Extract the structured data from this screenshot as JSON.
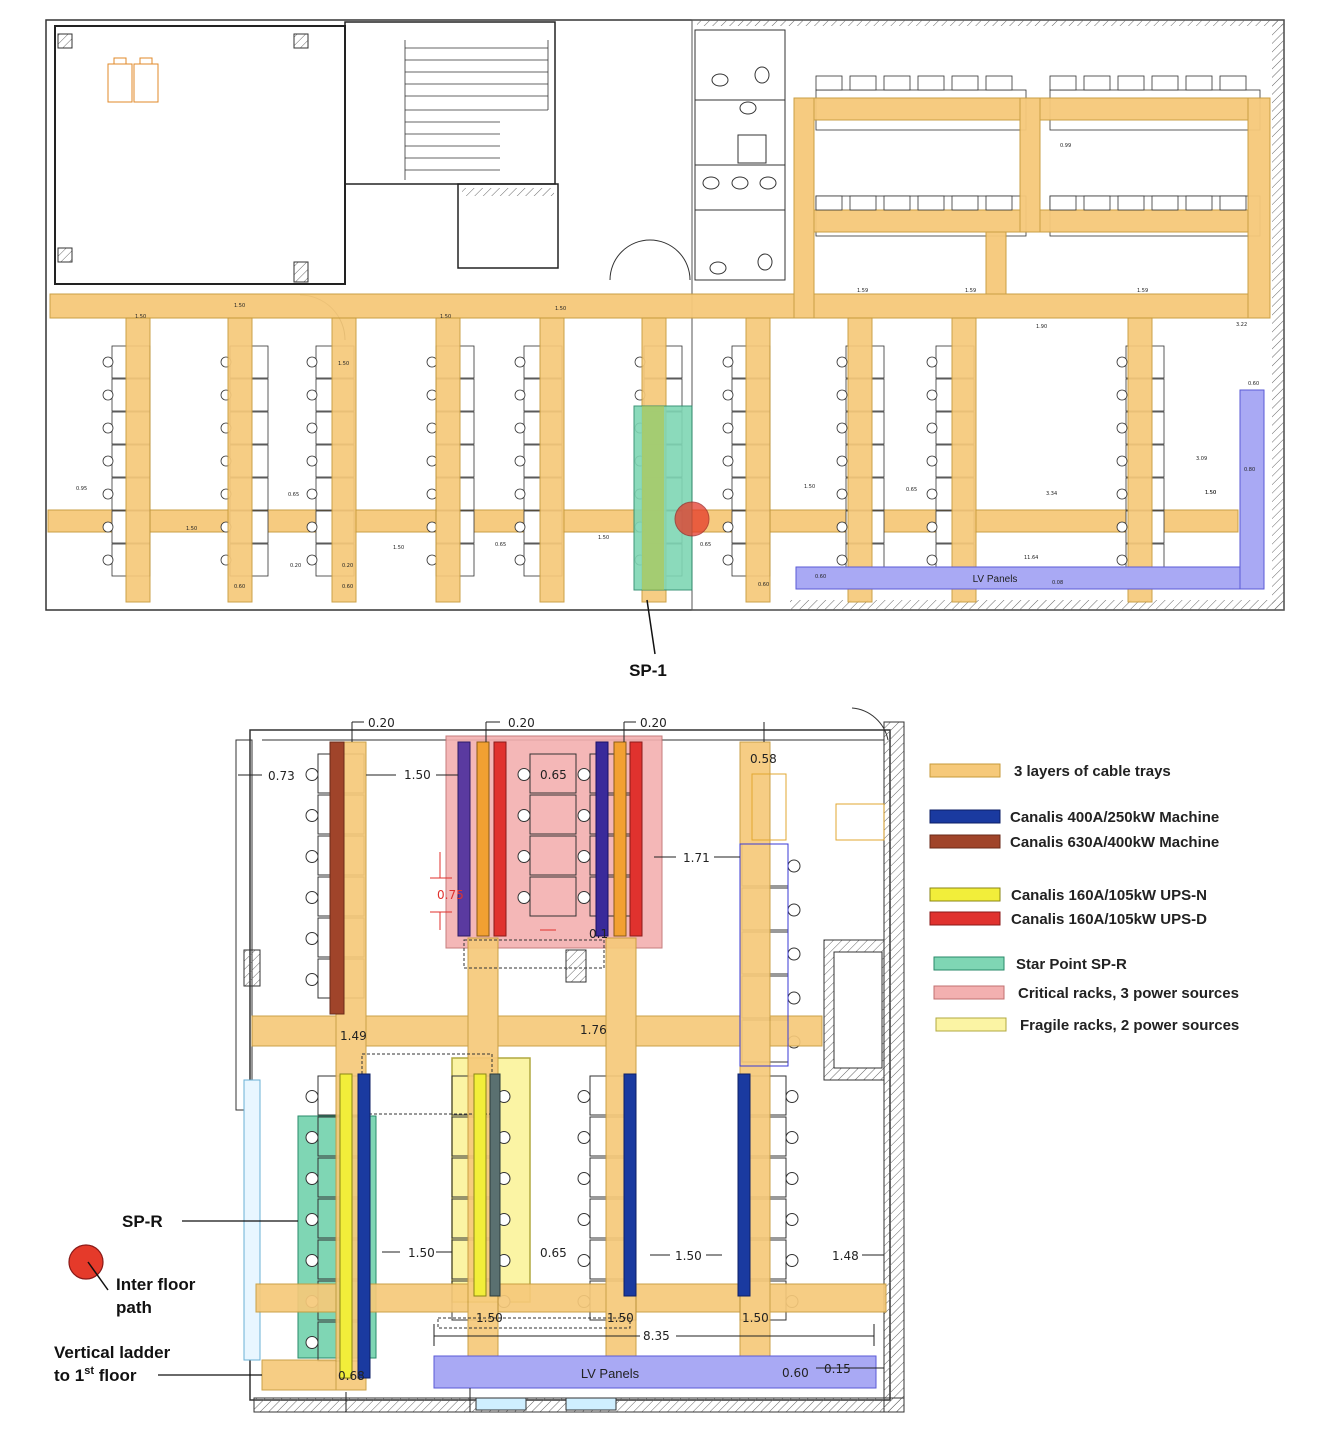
{
  "top_plan": {
    "sp1_label": "SP-1",
    "lv_panels": "LV Panels",
    "dims": [
      "1.50",
      "1.50",
      "1.50",
      "1.50",
      "1.50",
      "1.50",
      "1.50",
      "1.50",
      "1.50",
      "1.50",
      "0.65",
      "0.65",
      "0.65",
      "0.65",
      "0.95",
      "0.20",
      "0.20",
      "0.60",
      "0.60",
      "0.60",
      "0.60",
      "1.59",
      "1.59",
      "1.59",
      "3.34",
      "3.09",
      "1.50",
      "11.64",
      "0.60",
      "0.80",
      "0.08",
      "3.22",
      "1.90",
      "0.99"
    ]
  },
  "bottom_plan": {
    "lv_panels": "LV Panels",
    "dim_020_a": "0.20",
    "dim_020_b": "0.20",
    "dim_020_c": "0.20",
    "dim_073": "0.73",
    "dim_150_top": "1.50",
    "dim_065_top": "0.65",
    "dim_075": "0.75",
    "dim_171": "1.71",
    "dim_058": "0.58",
    "dim_149": "1.49",
    "dim_176": "1.76",
    "dim_150_l": "1.50",
    "dim_065_b": "0.65",
    "dim_150_r": "1.50",
    "dim_148": "1.48",
    "dim_150_b1": "1.50",
    "dim_150_b2": "1.50",
    "dim_150_b3": "1.50",
    "dim_835": "8.35",
    "dim_060": "0.60",
    "dim_015": "0.15",
    "dim_068": "0.68",
    "dim_016": "0.1"
  },
  "callouts": {
    "spr": "SP-R",
    "inter_floor_1": "Inter floor",
    "inter_floor_2": "path",
    "ladder_1": "Vertical ladder",
    "ladder_2a": "to 1",
    "ladder_2sup": "st",
    "ladder_2b": " floor"
  },
  "legend": [
    {
      "label": "3 layers of cable trays",
      "color": "#f6c97a",
      "stroke": "#c79a3a"
    },
    {
      "label": "Canalis 400A/250kW Machine",
      "color": "#1a3aa0",
      "stroke": "#0c1f66"
    },
    {
      "label": "Canalis 630A/400kW Machine",
      "color": "#a0442a",
      "stroke": "#6a2a18"
    },
    {
      "label": "Canalis 160A/105kW UPS-N",
      "color": "#f2ee3a",
      "stroke": "#8a8614"
    },
    {
      "label": "Canalis 160A/105kW UPS-D",
      "color": "#e0322e",
      "stroke": "#8a1a18"
    },
    {
      "label": "Star Point SP-R",
      "color": "#7fd6b4",
      "stroke": "#2a8a6a"
    },
    {
      "label": "Critical racks, 3 power sources",
      "color": "#f3b0b0",
      "stroke": "#c07070"
    },
    {
      "label": "Fragile racks, 2 power sources",
      "color": "#fbf4a4",
      "stroke": "#b0a840"
    }
  ],
  "colors": {
    "tray": "#f6c97a",
    "lv": "#a9a9f4",
    "critical": "#f3b0b0",
    "fragile": "#fbf4a4",
    "starpoint": "#7fd6b4",
    "inter_floor_dot": "#e53a2a"
  }
}
